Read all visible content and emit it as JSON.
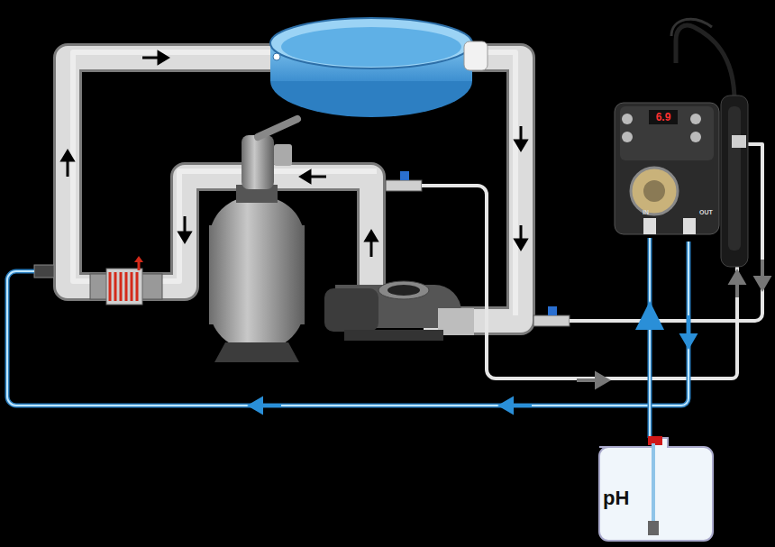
{
  "diagram": {
    "nodes": [
      {
        "text": [
          "6.9"
        ]
      },
      {
        "text": [
          "pH"
        ]
      }
    ],
    "edges": [
      {
        "from": 1,
        "to": 0,
        "arrow": "to"
      }
    ],
    "labels": [
      "IN",
      "OUT"
    ]
  }
}
